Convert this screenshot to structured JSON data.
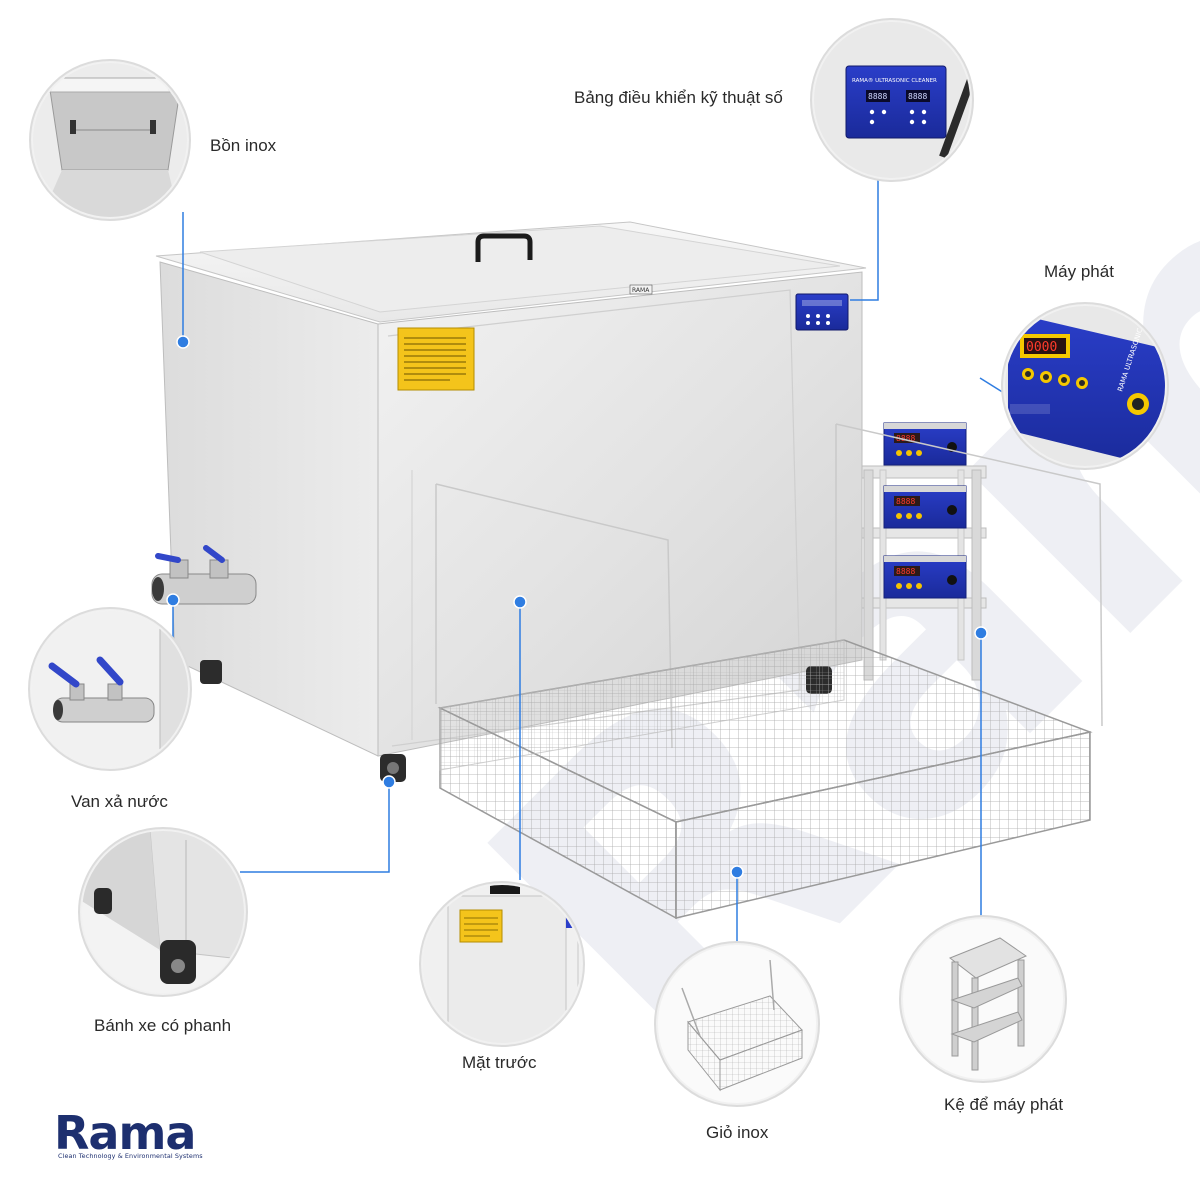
{
  "brand": {
    "wordmark": "Rama",
    "tagline": "Clean Technology & Environmental Systems",
    "color": "#1d2f6f"
  },
  "accent_color": "#2f7de1",
  "product": {
    "panel_title": "RAMA® ULTRASONIC CLEANER",
    "generator_brand": "RAMA ULTRASONIC",
    "generator_display": "0000",
    "lid_badge": "RAMA"
  },
  "callouts": [
    {
      "id": "tank",
      "label": "Bồn inox"
    },
    {
      "id": "control-panel",
      "label": "Bảng điều khiển kỹ thuật số"
    },
    {
      "id": "generator",
      "label": "Máy phát"
    },
    {
      "id": "drain-valve",
      "label": "Van xả nước"
    },
    {
      "id": "brake-wheels",
      "label": "Bánh xe có phanh"
    },
    {
      "id": "front-face",
      "label": "Mặt trước"
    },
    {
      "id": "basket",
      "label": "Giỏ inox"
    },
    {
      "id": "generator-shelf",
      "label": "Kệ để máy phát"
    }
  ]
}
